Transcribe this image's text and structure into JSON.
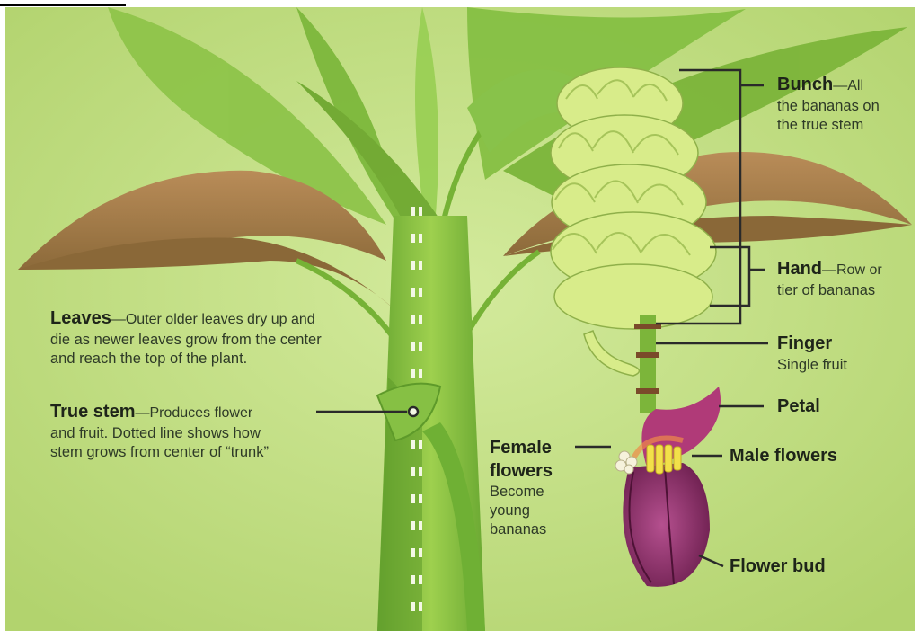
{
  "colors": {
    "background": "#c5e08a",
    "stem": "#8cc63f",
    "stem_dark": "#5e9a2a",
    "old_leaf": "#a07a4a",
    "banana": "#d8ec8a",
    "bud": "#8e2f6a",
    "petal": "#b03a78",
    "male_flowers": "#f2e04a",
    "text": "#2c3325",
    "leader_line": "#2a2a2a"
  },
  "labels": {
    "leaves": {
      "title": "Leaves",
      "sep": "—",
      "desc_line1": "Outer older leaves dry up  and",
      "desc_line2": "die as newer leaves grow from the center",
      "desc_line3": "and reach the top of the plant."
    },
    "true_stem": {
      "title": "True stem",
      "sep": "—",
      "desc_line1": "Produces flower",
      "desc_line2": "and fruit. Dotted line shows how",
      "desc_line3": "stem grows from center of “trunk”"
    },
    "bunch": {
      "title": "Bunch",
      "sep": "—",
      "desc_line1": "All",
      "desc_line2": "the bananas on",
      "desc_line3": "the true stem"
    },
    "hand": {
      "title": "Hand",
      "sep": "—",
      "desc_line1": "Row or",
      "desc_line2": "tier of bananas"
    },
    "finger": {
      "title": "Finger",
      "desc_line1": "Single fruit"
    },
    "petal": {
      "title": "Petal"
    },
    "male_flowers": {
      "title": "Male flowers"
    },
    "female_flowers": {
      "title_line1": "Female",
      "title_line2": "flowers",
      "desc_line1": "Become",
      "desc_line2": "young",
      "desc_line3": "bananas"
    },
    "flower_bud": {
      "title": "Flower bud"
    }
  }
}
